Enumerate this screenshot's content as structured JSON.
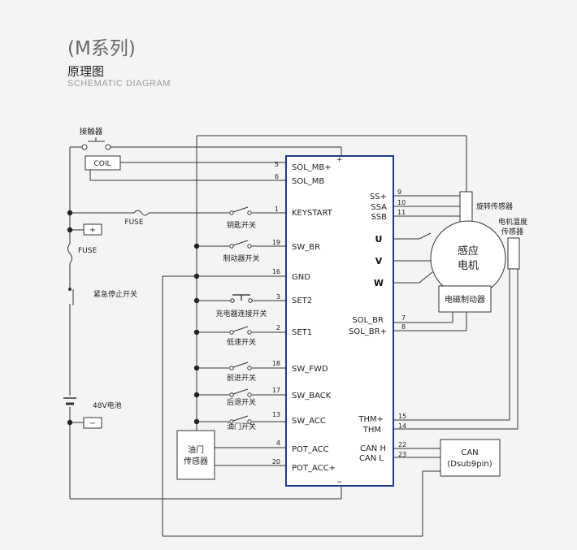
{
  "header": {
    "series": "(M系列)",
    "title": "原理图",
    "subtitle": "SCHEMATIC DIAGRAM"
  },
  "diagram": {
    "contactor_label": "接触器",
    "coil": "COIL",
    "fuse": "FUSE",
    "emergency_stop": "紧急停止开关",
    "battery": "48V电池",
    "plus_sign": "+",
    "minus_sign": "−",
    "controller_plus": "+",
    "controller_minus": "−",
    "pins_left": [
      {
        "num": "5",
        "name": "SOL_MB+"
      },
      {
        "num": "6",
        "name": "SOL_MB"
      },
      {
        "num": "1",
        "name": "KEYSTART"
      },
      {
        "num": "19",
        "name": "SW_BR"
      },
      {
        "num": "16",
        "name": "GND"
      },
      {
        "num": "3",
        "name": "SET2"
      },
      {
        "num": "2",
        "name": "SET1"
      },
      {
        "num": "18",
        "name": "SW_FWD"
      },
      {
        "num": "17",
        "name": "SW_BACK"
      },
      {
        "num": "13",
        "name": "SW_ACC"
      },
      {
        "num": "4",
        "name": "POT_ACC"
      },
      {
        "num": "20",
        "name": "POT_ACC+"
      }
    ],
    "pins_right": [
      {
        "num": "9",
        "name": "SS+"
      },
      {
        "num": "10",
        "name": "SSA"
      },
      {
        "num": "11",
        "name": "SSB"
      },
      {
        "num": "7",
        "name": "SOL_BR"
      },
      {
        "num": "8",
        "name": "SOL_BR+"
      },
      {
        "num": "15",
        "name": "THM+"
      },
      {
        "num": "14",
        "name": "THM"
      },
      {
        "num": "22",
        "name": "CAN H"
      },
      {
        "num": "23",
        "name": "CAN L"
      }
    ],
    "phases": [
      "U",
      "V",
      "W"
    ],
    "switches": {
      "key": "钥匙开关",
      "brake": "制动器开关",
      "charger": "充电器连接开关",
      "low_speed": "低速开关",
      "forward": "前进开关",
      "backward": "后退开关",
      "throttle": "油门开关"
    },
    "throttle_sensor": [
      "油门",
      "传感器"
    ],
    "motor": [
      "感应",
      "电机"
    ],
    "rotary_sensor": "旋转传感器",
    "temp_sensor": [
      "电机温度",
      "传感器"
    ],
    "em_brake": "电磁制动器",
    "can_box": [
      "CAN",
      "(Dsub9pin)"
    ]
  }
}
